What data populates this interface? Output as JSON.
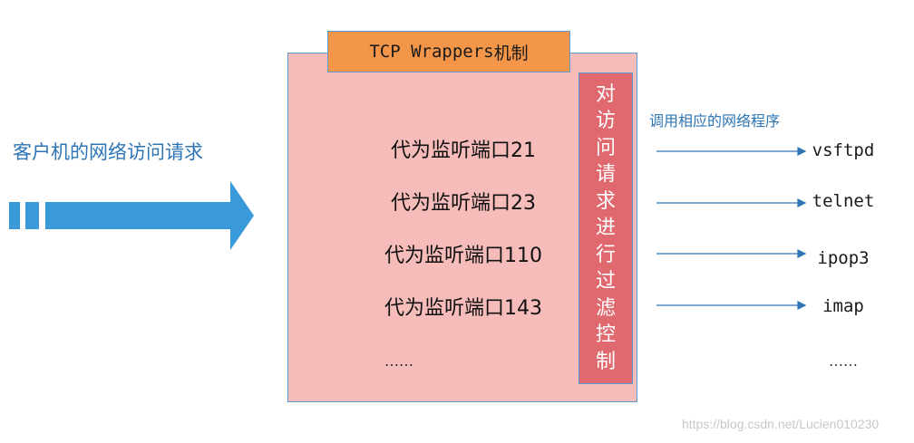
{
  "client": {
    "label": "客户机的网络访问请求"
  },
  "wrapper": {
    "title_prefix": "TCP Wrappers",
    "title_suffix": "机制",
    "ports": [
      "代为监听端口21",
      "代为监听端口23",
      "代为监听端口110",
      "代为监听端口143"
    ],
    "ellipsis": "……"
  },
  "filter": {
    "chars": [
      "对",
      "访",
      "问",
      "请",
      "求",
      "进",
      "行",
      "过",
      "滤",
      "控",
      "制"
    ]
  },
  "services": {
    "label": "调用相应的网络程序",
    "items": [
      "vsftpd",
      "telnet",
      "ipop3",
      "imap"
    ],
    "ellipsis": "……"
  },
  "colors": {
    "arrow_blue": "#3a9ad9",
    "box_pink": "#f5bcb9",
    "title_orange": "#f4964a",
    "filter_red": "#e0696f",
    "line_blue": "#2e75b6"
  },
  "watermark": "https://blog.csdn.net/Lucien010230"
}
